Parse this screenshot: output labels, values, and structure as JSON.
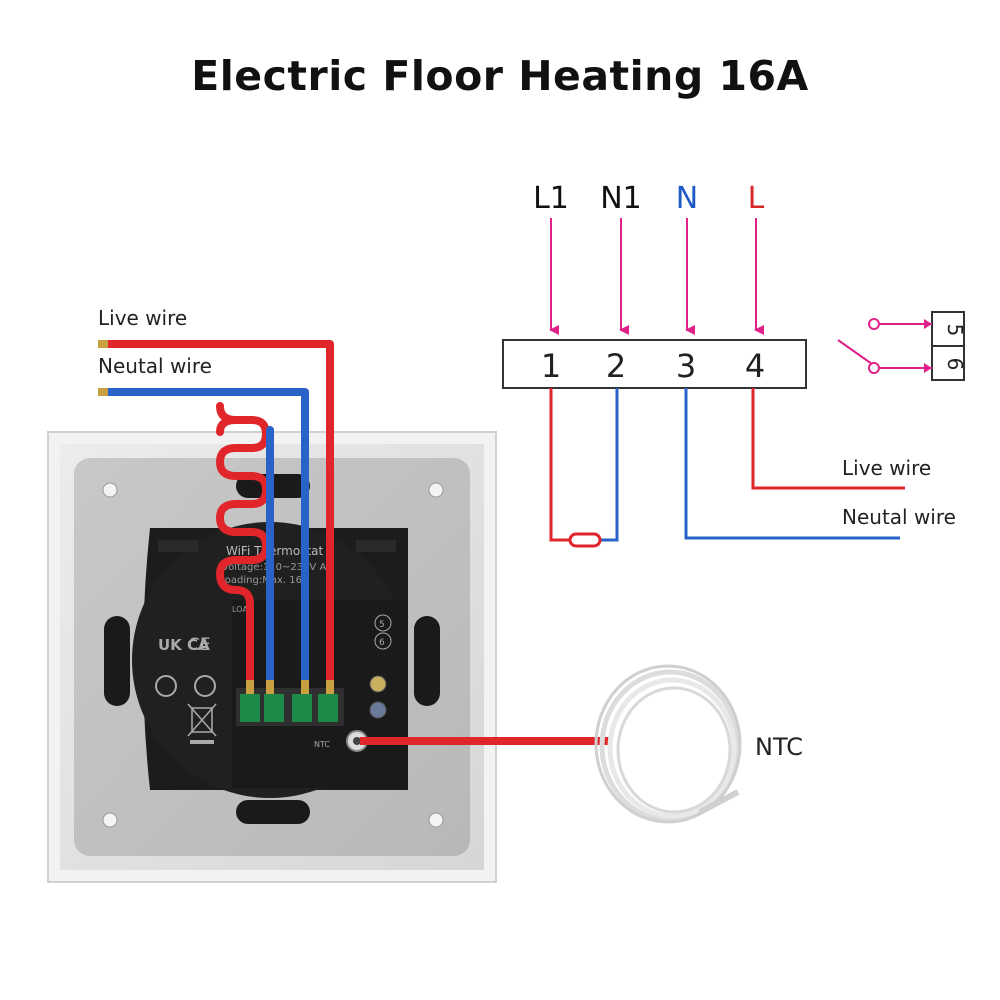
{
  "title": "Electric Floor Heating 16A",
  "labels": {
    "live_wire_left": "Live wire",
    "neutral_wire_left": "Neutal wire",
    "live_wire_right": "Live wire",
    "neutral_wire_right": "Neutal wire",
    "ntc": "NTC"
  },
  "terminal_labels": [
    {
      "text": "L1",
      "color": "#111111"
    },
    {
      "text": "N1",
      "color": "#111111"
    },
    {
      "text": "N",
      "color": "#1e5bc6"
    },
    {
      "text": "L",
      "color": "#d62828"
    }
  ],
  "terminal_numbers": [
    "1",
    "2",
    "3",
    "4"
  ],
  "relay_numbers": [
    "5",
    "6"
  ],
  "device_text": {
    "model": "WiFi Thermostat",
    "voltage": "Voltage:110~230V AC",
    "loading": "loading:Max. 16A",
    "load": "LOAD",
    "ntc_port": "NTC",
    "cert1": "UK CA",
    "cert2": "CE"
  },
  "colors": {
    "live": "#e0252b",
    "neutral": "#2a63c8",
    "arrow": "#e0218a"
  }
}
